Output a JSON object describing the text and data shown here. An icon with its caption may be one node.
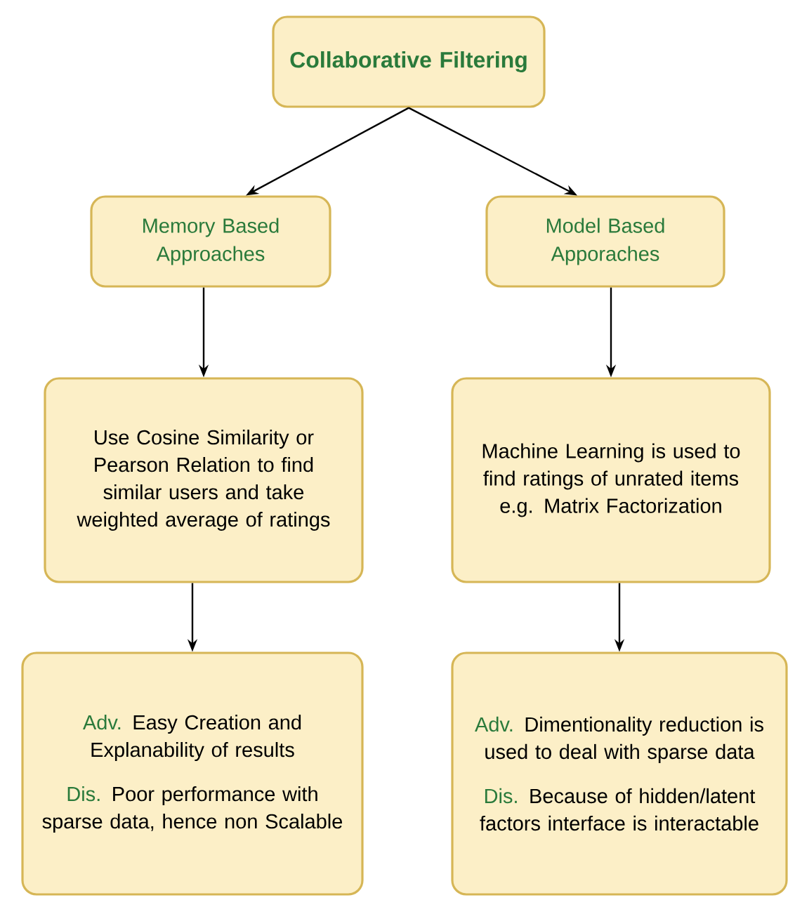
{
  "diagram": {
    "nodes": [
      {
        "text": [
          "Collaborative Filtering"
        ]
      },
      {
        "text": [
          "Memory Based Approaches"
        ]
      },
      {
        "text": [
          "Model Based Apporaches"
        ]
      },
      {
        "text": [
          "Use Cosine Similarity or Pearson Relation to find similar users and take weighted average of ratings"
        ]
      },
      {
        "text": [
          "Machine Learning is used to find ratings of unrated items e.g. Matrix Factorization"
        ]
      },
      {
        "text": [
          "**Adv.** Easy Creation and Explanability of results",
          "**Dis.** Poor performance with sparse data, hence non Scalable"
        ]
      },
      {
        "text": [
          "**Adv.** Dimentionality reduction is used to deal with sparse data",
          "**Dis.** Because of hidden/latent factors interface is interactable"
        ]
      }
    ],
    "edges": [
      {
        "from": 0,
        "to": 1,
        "arrow": "to"
      },
      {
        "from": 0,
        "to": 2,
        "arrow": "to"
      },
      {
        "from": 1,
        "to": 3,
        "arrow": "to"
      },
      {
        "from": 2,
        "to": 4,
        "arrow": "to"
      },
      {
        "from": 3,
        "to": 5,
        "arrow": "to"
      },
      {
        "from": 4,
        "to": 6,
        "arrow": "to"
      }
    ]
  }
}
